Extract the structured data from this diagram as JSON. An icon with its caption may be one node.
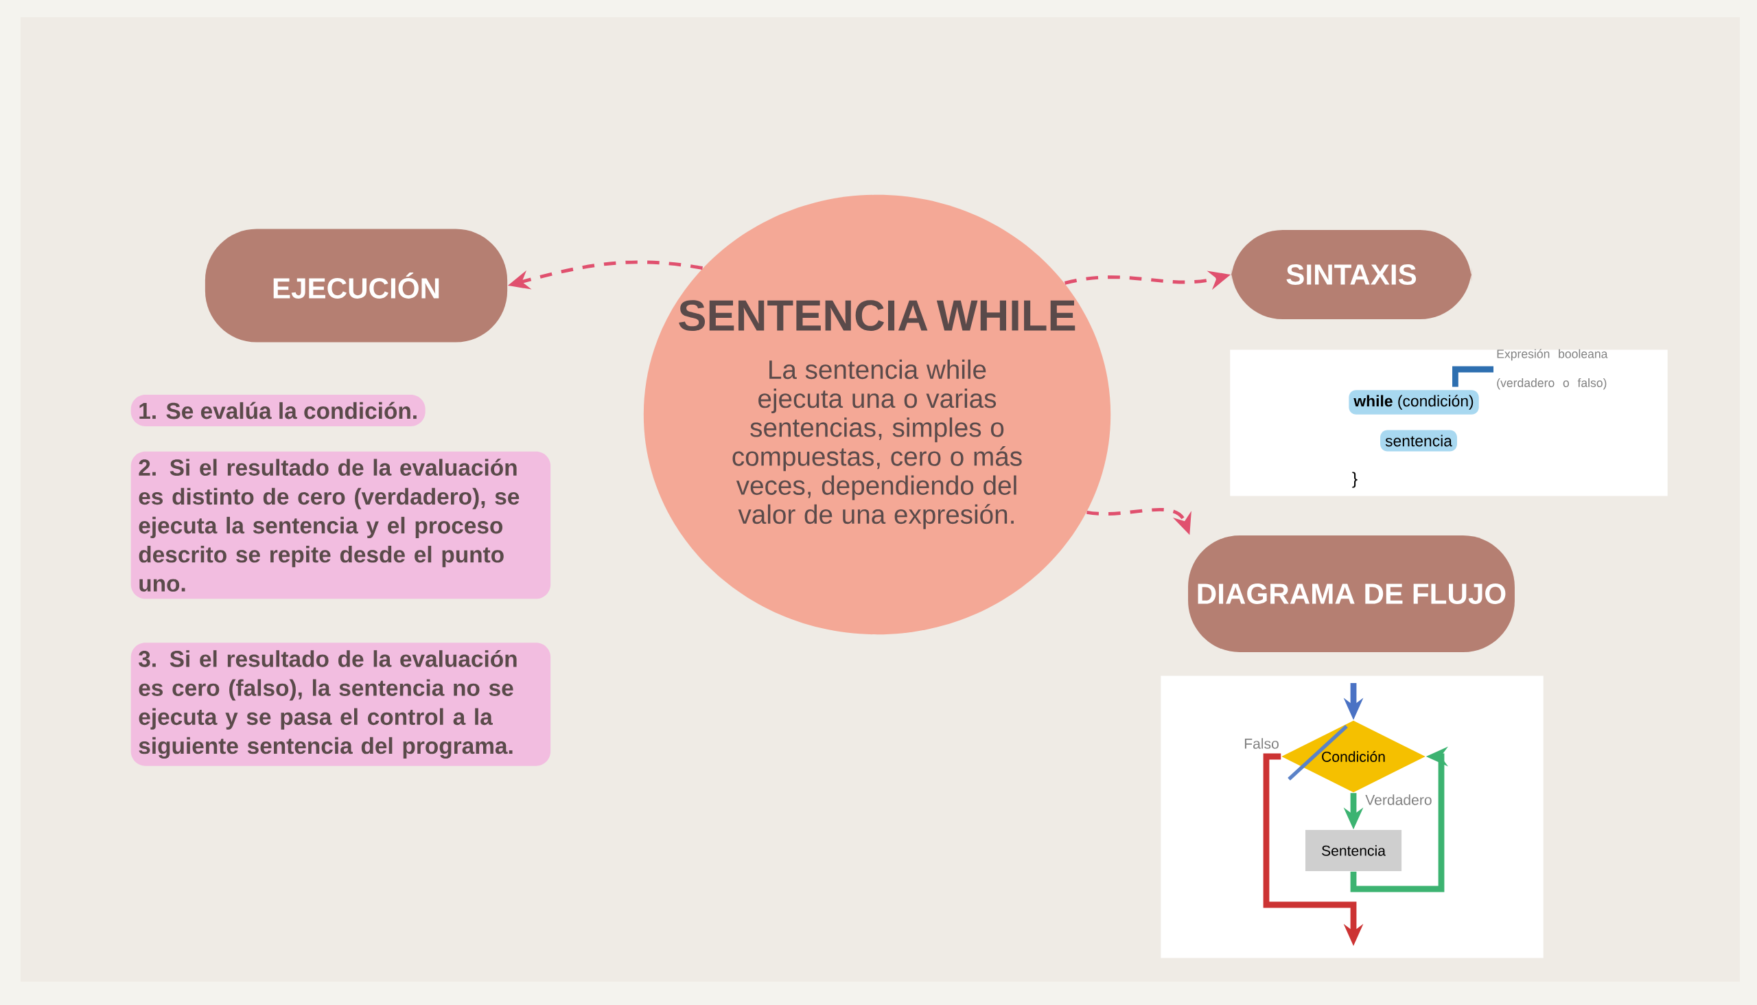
{
  "diagram": {
    "nodes": [
      {
        "text": [
          "SENTENCIA WHILE",
          "La sentencia while ejecuta una o varias sentencias, simples o compuestas, cero o más veces, dependiendo del valor de una expresión."
        ]
      },
      {
        "text": [
          "EJECUCIÓN"
        ]
      },
      {
        "text": [
          "SINTAXIS"
        ]
      },
      {
        "text": [
          "DIAGRAMA DE FLUJO"
        ]
      },
      {
        "text": [],
        "shape": "box"
      },
      {
        "text": [
          "**while** (condición)"
        ],
        "in": 4
      },
      {
        "text": [
          "sentencia"
        ],
        "in": 4
      },
      {
        "text": [
          "}"
        ],
        "in": 4
      },
      {
        "text": [
          "Expresión booleana (verdadero o falso)"
        ],
        "in": 4
      },
      {
        "text": [],
        "shape": "box"
      },
      {
        "text": [
          "Condición"
        ],
        "in": 9
      },
      {
        "text": [
          "Sentencia"
        ],
        "in": 9
      }
    ],
    "edges": [
      {
        "from": 0,
        "to": 1,
        "arrow": "to",
        "style": "dashed",
        "color": "#e0506e"
      },
      {
        "from": 0,
        "to": 2,
        "arrow": "to",
        "style": "dashed",
        "color": "#e0506e"
      },
      {
        "from": 0,
        "to": 3,
        "arrow": "to",
        "style": "dashed",
        "color": "#e0506e"
      },
      {
        "from": 8,
        "to": 5,
        "arrow": "none",
        "color": "#2e6fb0"
      },
      {
        "from": null,
        "to": 10,
        "arrow": "to",
        "color": "#4a72c4"
      },
      {
        "from": 10,
        "to": 11,
        "arrow": "to",
        "label": "Verdadero",
        "color": "#3cb371"
      },
      {
        "from": 11,
        "to": 10,
        "arrow": "to",
        "color": "#3cb371"
      },
      {
        "from": 10,
        "to": null,
        "arrow": "to",
        "label": "Falso",
        "color": "#cc3333"
      }
    ],
    "labels": [
      "1. Se evalúa la condición.",
      "2. Si el resultado de la evaluación es distinto de cero (verdadero), se ejecuta la sentencia y el proceso descrito se repite desde el punto uno.",
      "3. Si el resultado de la evaluación es cero (falso), la sentencia no se ejecuta y se pasa el control a la siguiente sentencia del programa."
    ]
  }
}
